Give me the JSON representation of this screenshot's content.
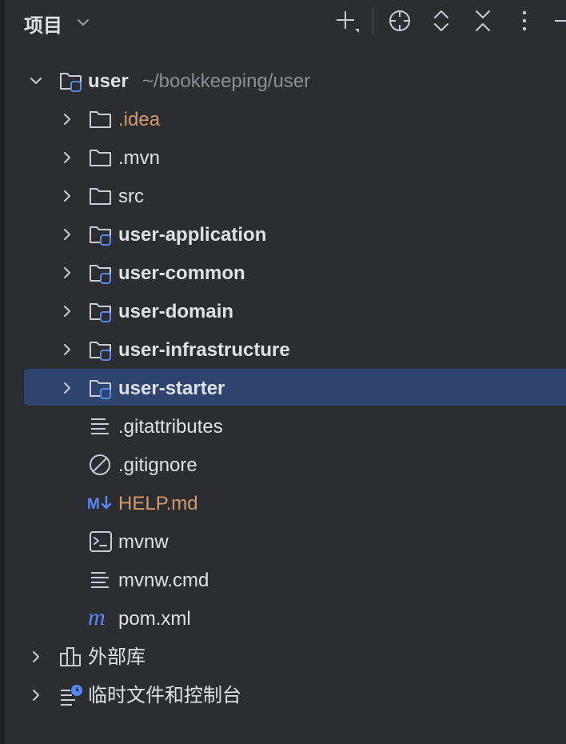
{
  "header": {
    "title": "项目",
    "toolbar": [
      "add-icon",
      "locate-icon",
      "expand-all-icon",
      "collapse-all-icon",
      "more-icon",
      "minimize-icon"
    ]
  },
  "tree": {
    "root": {
      "label": "user",
      "path": "~/bookkeeping/user",
      "expanded": true
    },
    "children": [
      {
        "label": ".idea",
        "kind": "folder",
        "style": "orange",
        "expandable": true
      },
      {
        "label": ".mvn",
        "kind": "folder",
        "style": "normal",
        "expandable": true
      },
      {
        "label": "src",
        "kind": "folder",
        "style": "normal",
        "expandable": true
      },
      {
        "label": "user-application",
        "kind": "module",
        "style": "bold",
        "expandable": true
      },
      {
        "label": "user-common",
        "kind": "module",
        "style": "bold",
        "expandable": true
      },
      {
        "label": "user-domain",
        "kind": "module",
        "style": "bold",
        "expandable": true
      },
      {
        "label": "user-infrastructure",
        "kind": "module",
        "style": "bold",
        "expandable": true
      },
      {
        "label": "user-starter",
        "kind": "module",
        "style": "bold",
        "expandable": true,
        "selected": true
      },
      {
        "label": ".gitattributes",
        "kind": "text-file",
        "style": "normal"
      },
      {
        "label": ".gitignore",
        "kind": "ignore-file",
        "style": "normal"
      },
      {
        "label": "HELP.md",
        "kind": "markdown-file",
        "style": "orange"
      },
      {
        "label": "mvnw",
        "kind": "shell-file",
        "style": "normal"
      },
      {
        "label": "mvnw.cmd",
        "kind": "text-file",
        "style": "normal"
      },
      {
        "label": "pom.xml",
        "kind": "maven-file",
        "style": "normal"
      }
    ],
    "extras": [
      {
        "label": "外部库",
        "kind": "library"
      },
      {
        "label": "临时文件和控制台",
        "kind": "scratches"
      }
    ]
  },
  "colors": {
    "background": "#2b2d30",
    "selection": "#2e436e",
    "text": "#dfe1e5",
    "modified": "#d59a6a",
    "path": "#8c8f94",
    "module_accent": "#548af7"
  }
}
